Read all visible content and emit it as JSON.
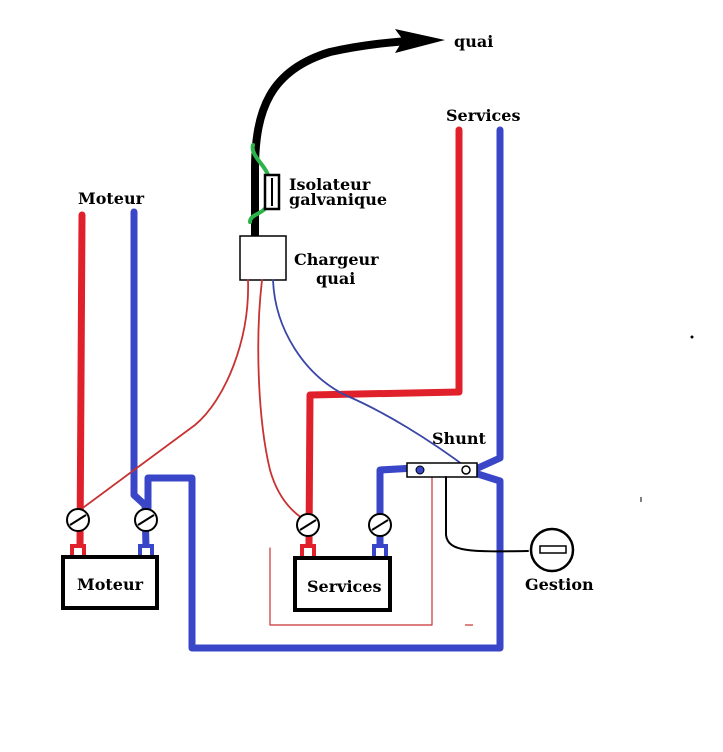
{
  "labels": {
    "quai": "quai",
    "services_top": "Services",
    "moteur_top": "Moteur",
    "isolateur_line1": "Isolateur",
    "isolateur_line2": "galvanique",
    "chargeur_line1": "Chargeur",
    "chargeur_line2": "quai",
    "shunt": "Shunt",
    "battery_moteur": "Moteur",
    "battery_services": "Services",
    "gestion": "Gestion"
  },
  "colors": {
    "positive": "#e0202a",
    "negative": "#3a46c8",
    "shore": "#000000",
    "ground": "#2db34a",
    "fine_red": "#c83232",
    "fine_blue": "#3a46a8"
  }
}
